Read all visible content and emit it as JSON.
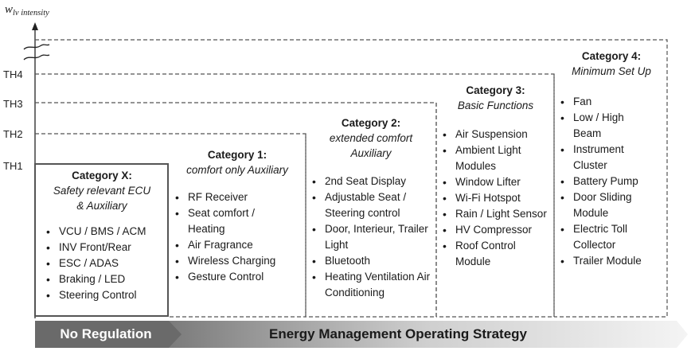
{
  "axis": {
    "label_main": "w",
    "label_sub": "lv intensity"
  },
  "thresholds": [
    "TH4",
    "TH3",
    "TH2",
    "TH1"
  ],
  "categories": [
    {
      "title": "Category X:",
      "subtitle": [
        "Safety relevant ECU",
        "& Auxiliary"
      ],
      "items": [
        "VCU / BMS / ACM",
        "INV Front/Rear",
        "ESC / ADAS",
        "Braking / LED",
        "Steering Control"
      ]
    },
    {
      "title": "Category 1:",
      "subtitle": [
        "comfort only Auxiliary"
      ],
      "items": [
        "RF Receiver",
        "Seat comfort / Heating",
        "Air Fragrance",
        "Wireless Charging",
        "Gesture Control"
      ]
    },
    {
      "title": "Category 2:",
      "subtitle": [
        "extended comfort",
        "Auxiliary"
      ],
      "items": [
        "2nd Seat Display",
        "Adjustable Seat / Steering control",
        "Door, Interieur, Trailer Light",
        "Bluetooth",
        "Heating Ventilation Air Conditioning"
      ]
    },
    {
      "title": "Category 3:",
      "subtitle": [
        "Basic Functions"
      ],
      "items": [
        "Air Suspension",
        "Ambient Light Modules",
        "Window Lifter",
        "Wi-Fi Hotspot",
        "Rain / Light Sensor",
        "HV Compressor",
        "Roof Control Module"
      ]
    },
    {
      "title": "Category 4:",
      "subtitle": [
        "Minimum Set Up"
      ],
      "items": [
        "Fan",
        "Low / High Beam",
        "Instrument Cluster",
        "Battery Pump",
        "Door Sliding Module",
        "Electric Toll Collector",
        "Trailer Module"
      ]
    }
  ],
  "banner": {
    "left": "No Regulation",
    "right": "Energy Management Operating Strategy"
  },
  "colors": {
    "banner_dark": "#6b6b6b",
    "banner_light": "#f2f2f2",
    "box_border": "#555555",
    "dash": "#555555"
  }
}
